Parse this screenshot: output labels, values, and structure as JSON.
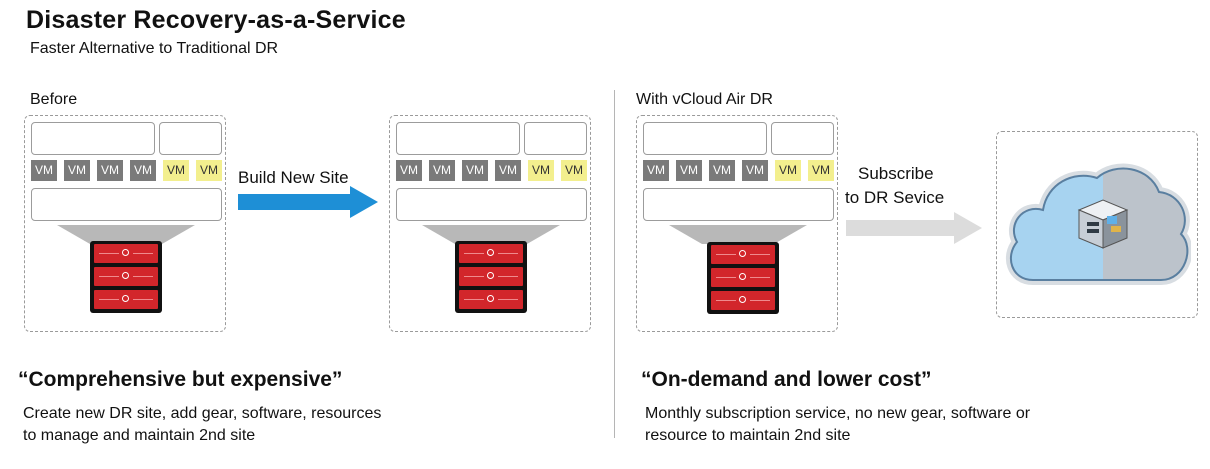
{
  "header": {
    "title": "Disaster Recovery-as-a-Service",
    "subtitle": "Faster Alternative to Traditional DR"
  },
  "left": {
    "label": "Before",
    "arrow_label": "Build New Site",
    "quote": "“Comprehensive but expensive”",
    "desc_line1": "Create new DR site, add gear, software, resources",
    "desc_line2": "to manage and maintain 2nd site"
  },
  "right": {
    "label": "With vCloud Air DR",
    "arrow_label_line1": "Subscribe",
    "arrow_label_line2": "to DR Sevice",
    "quote": "“On-demand and lower cost”",
    "desc_line1": "Monthly subscription service, no new gear, software or",
    "desc_line2": "resource to maintain 2nd site"
  },
  "vm_label": "VM",
  "vm_types": [
    "gray",
    "gray",
    "gray",
    "gray",
    "yellow",
    "yellow"
  ],
  "colors": {
    "blue_arrow": "#1e8fd6",
    "gray_arrow": "#dcdcdc",
    "server_red": "#d2262b",
    "vm_gray": "#7a7a7a",
    "vm_yellow": "#f3ef8e",
    "cloud_light": "#a7d3f0",
    "cloud_gray": "#bcc3cb"
  }
}
